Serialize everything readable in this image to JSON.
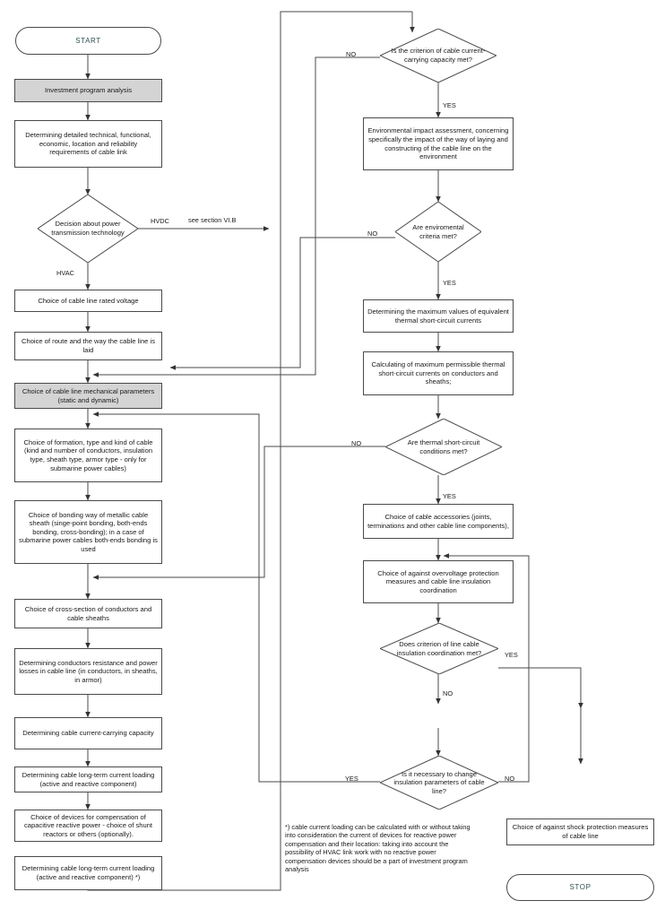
{
  "diagram": {
    "title": "Cable line design flowchart",
    "terminals": {
      "start": "START",
      "stop": "STOP"
    },
    "left_column": [
      {
        "id": "investment",
        "text": "Investment program analysis",
        "shaded": true
      },
      {
        "id": "requirements",
        "text": "Determining detailed technical, functional, economic, location and reliability requirements of cable link",
        "shaded": false
      },
      {
        "id": "rated_voltage",
        "text": "Choice of cable line rated voltage",
        "shaded": false
      },
      {
        "id": "route",
        "text": "Choice of route and the way the cable line is laid",
        "shaded": false
      },
      {
        "id": "mechanical",
        "text": "Choice of cable line mechanical parameters (static and dynamic)",
        "shaded": true
      },
      {
        "id": "formation",
        "text": "Choice of formation, type and kind of cable (kind and number of conductors, insulation type, sheath type, armor type - only for submarine power cables)",
        "shaded": false
      },
      {
        "id": "bonding",
        "text": "Choice of bonding way of metallic cable sheath (singe-point bonding, both-ends bonding, cross-bonding); in a case of submarine power cables both-ends bonding is used",
        "shaded": false
      },
      {
        "id": "cross_section",
        "text": "Choice of cross-section of conductors and cable sheaths",
        "shaded": false
      },
      {
        "id": "resistance",
        "text": "Determining conductors resistance and power losses in cable line (in conductors, in sheaths, in armor)",
        "shaded": false
      },
      {
        "id": "capacity",
        "text": "Determining cable current-carrying capacity",
        "shaded": false
      },
      {
        "id": "loading1",
        "text": "Determining cable long-term current loading (active and reactive component)",
        "shaded": false
      },
      {
        "id": "compensation",
        "text": "Choice of devices for compensation of capacitive reactive power - choice of shunt reactors or others (optionally).",
        "shaded": false
      },
      {
        "id": "loading2",
        "text": "Determining cable long-term current loading (active and reactive component) *)",
        "shaded": false
      }
    ],
    "right_column": [
      {
        "id": "env_assessment",
        "text": "Environmental impact assessment, concerning specifically the impact of the way of laying and constructing of the cable line on the environment",
        "shaded": false
      },
      {
        "id": "thermal_sc_values",
        "text": "Determining the maximum values of equivalent thermal short-circuit currents",
        "shaded": false
      },
      {
        "id": "thermal_permissible",
        "text": "Calculating of maximum permissible thermal short-circuit currents on conductors and sheaths;",
        "shaded": false
      },
      {
        "id": "accessories",
        "text": "Choice of cable accessories (joints, terminations and other cable line components),",
        "shaded": false
      },
      {
        "id": "overvoltage",
        "text": "Choice of against overvoltage protection measures and cable line insulation coordination",
        "shaded": false
      },
      {
        "id": "shock_protection",
        "text": "Choice of against shock protection measures of cable line",
        "shaded": false
      }
    ],
    "decisions": [
      {
        "id": "transmission_tech",
        "text": "Decision about power transmission technology"
      },
      {
        "id": "current_capacity",
        "text": "Is the criterion of cable current-carrying capacity met?"
      },
      {
        "id": "environmental",
        "text": "Are enviromental criteria met?"
      },
      {
        "id": "thermal_conditions",
        "text": "Are thermal short-circuit conditions met?"
      },
      {
        "id": "insulation_coord",
        "text": "Does criterion of line cable insulation coordination met?"
      },
      {
        "id": "change_insulation",
        "text": "Is it necessary to change insulation parameters of cable line?"
      }
    ],
    "edge_labels": {
      "hvdc": "HVDC",
      "hvac": "HVAC",
      "see_section": "see section VI.B",
      "no1": "NO",
      "yes1": "YES",
      "no2": "NO",
      "yes2": "YES",
      "no3": "NO",
      "yes3": "YES",
      "yes4": "YES",
      "no4": "NO",
      "yes5": "YES",
      "no5": "NO"
    },
    "footnote": "*) cable current loading can be calculated with or without taking into consideration the current of devices for reactive power compensation and their location: taking into account the possibility of HVAC link work with no reactive power compensation devices should be a part of investment program analysis",
    "colors": {
      "stroke": "#4a4a4a",
      "shaded_fill": "#d4d4d4",
      "box_fill": "#ffffff",
      "terminal_text": "#2f4f4f",
      "text": "#1a1a1a"
    }
  }
}
